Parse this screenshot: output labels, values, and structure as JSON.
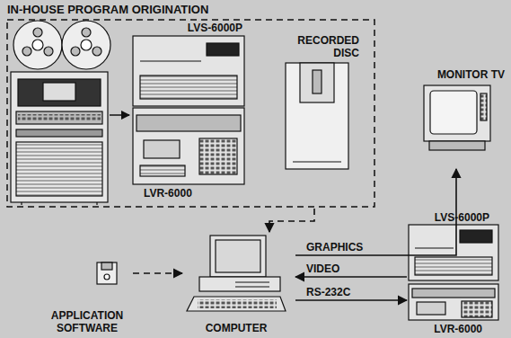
{
  "diagram": {
    "nodes": [
      {
        "text": [
          "IN-HOUSE PROGRAM ORIGINATION"
        ]
      },
      {
        "text": [
          "LVS-6000P"
        ],
        "in": 0
      },
      {
        "text": [
          "LVR-6000"
        ],
        "in": 0
      },
      {
        "text": [
          "RECORDED DISC"
        ],
        "in": 0
      },
      {
        "text": [
          "MONITOR TV"
        ]
      },
      {
        "text": [
          "APPLICATION SOFTWARE"
        ]
      },
      {
        "text": [
          "COMPUTER"
        ]
      },
      {
        "text": [
          "LVS-6000P"
        ]
      },
      {
        "text": [
          "LVR-6000"
        ]
      }
    ],
    "edges": [
      {
        "from": 0,
        "to": 6,
        "arrow": "to"
      },
      {
        "from": 5,
        "to": 6,
        "arrow": "to"
      },
      {
        "from": 6,
        "to": 4,
        "label": "GRAPHICS",
        "arrow": "to"
      },
      {
        "from": 7,
        "to": 6,
        "label": "VIDEO",
        "arrow": "to"
      },
      {
        "from": 6,
        "to": 8,
        "label": "RS-232C",
        "arrow": "to"
      }
    ]
  }
}
